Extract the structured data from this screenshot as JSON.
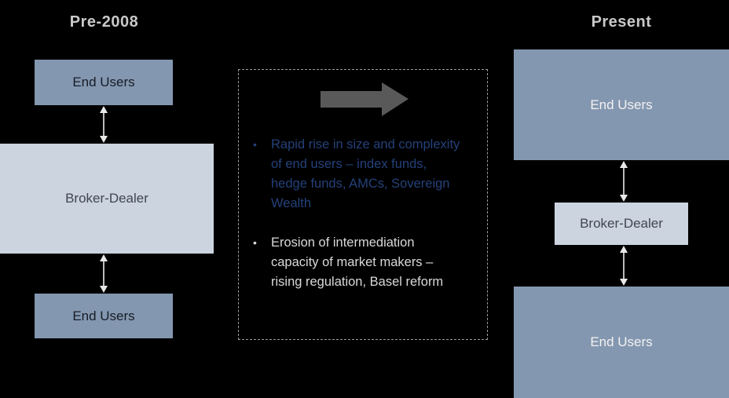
{
  "left": {
    "title": "Pre-2008",
    "top_box": "End Users",
    "middle_box": "Broker-Dealer",
    "bottom_box": "End Users"
  },
  "right": {
    "title": "Present",
    "top_box": "End Users",
    "middle_box": "Broker-Dealer",
    "bottom_box": "End Users"
  },
  "center": {
    "bullets": [
      {
        "marker": "•",
        "text": "Rapid rise in size and complexity of end users – index funds, hedge funds, AMCs, Sovereign Wealth"
      },
      {
        "marker": "•",
        "text": "Erosion of intermediation capacity of market makers – rising regulation, Basel reform"
      }
    ]
  },
  "colors": {
    "background": "#000000",
    "end_users_box": "#8497b0",
    "broker_dealer_box": "#ccd4e0",
    "transition_arrow": "#595959",
    "bullet_blue": "#24417a",
    "bullet_gray": "#d9d9d9",
    "title_gray": "#c9c9c9",
    "connector_arrow": "#e8e8e8"
  }
}
